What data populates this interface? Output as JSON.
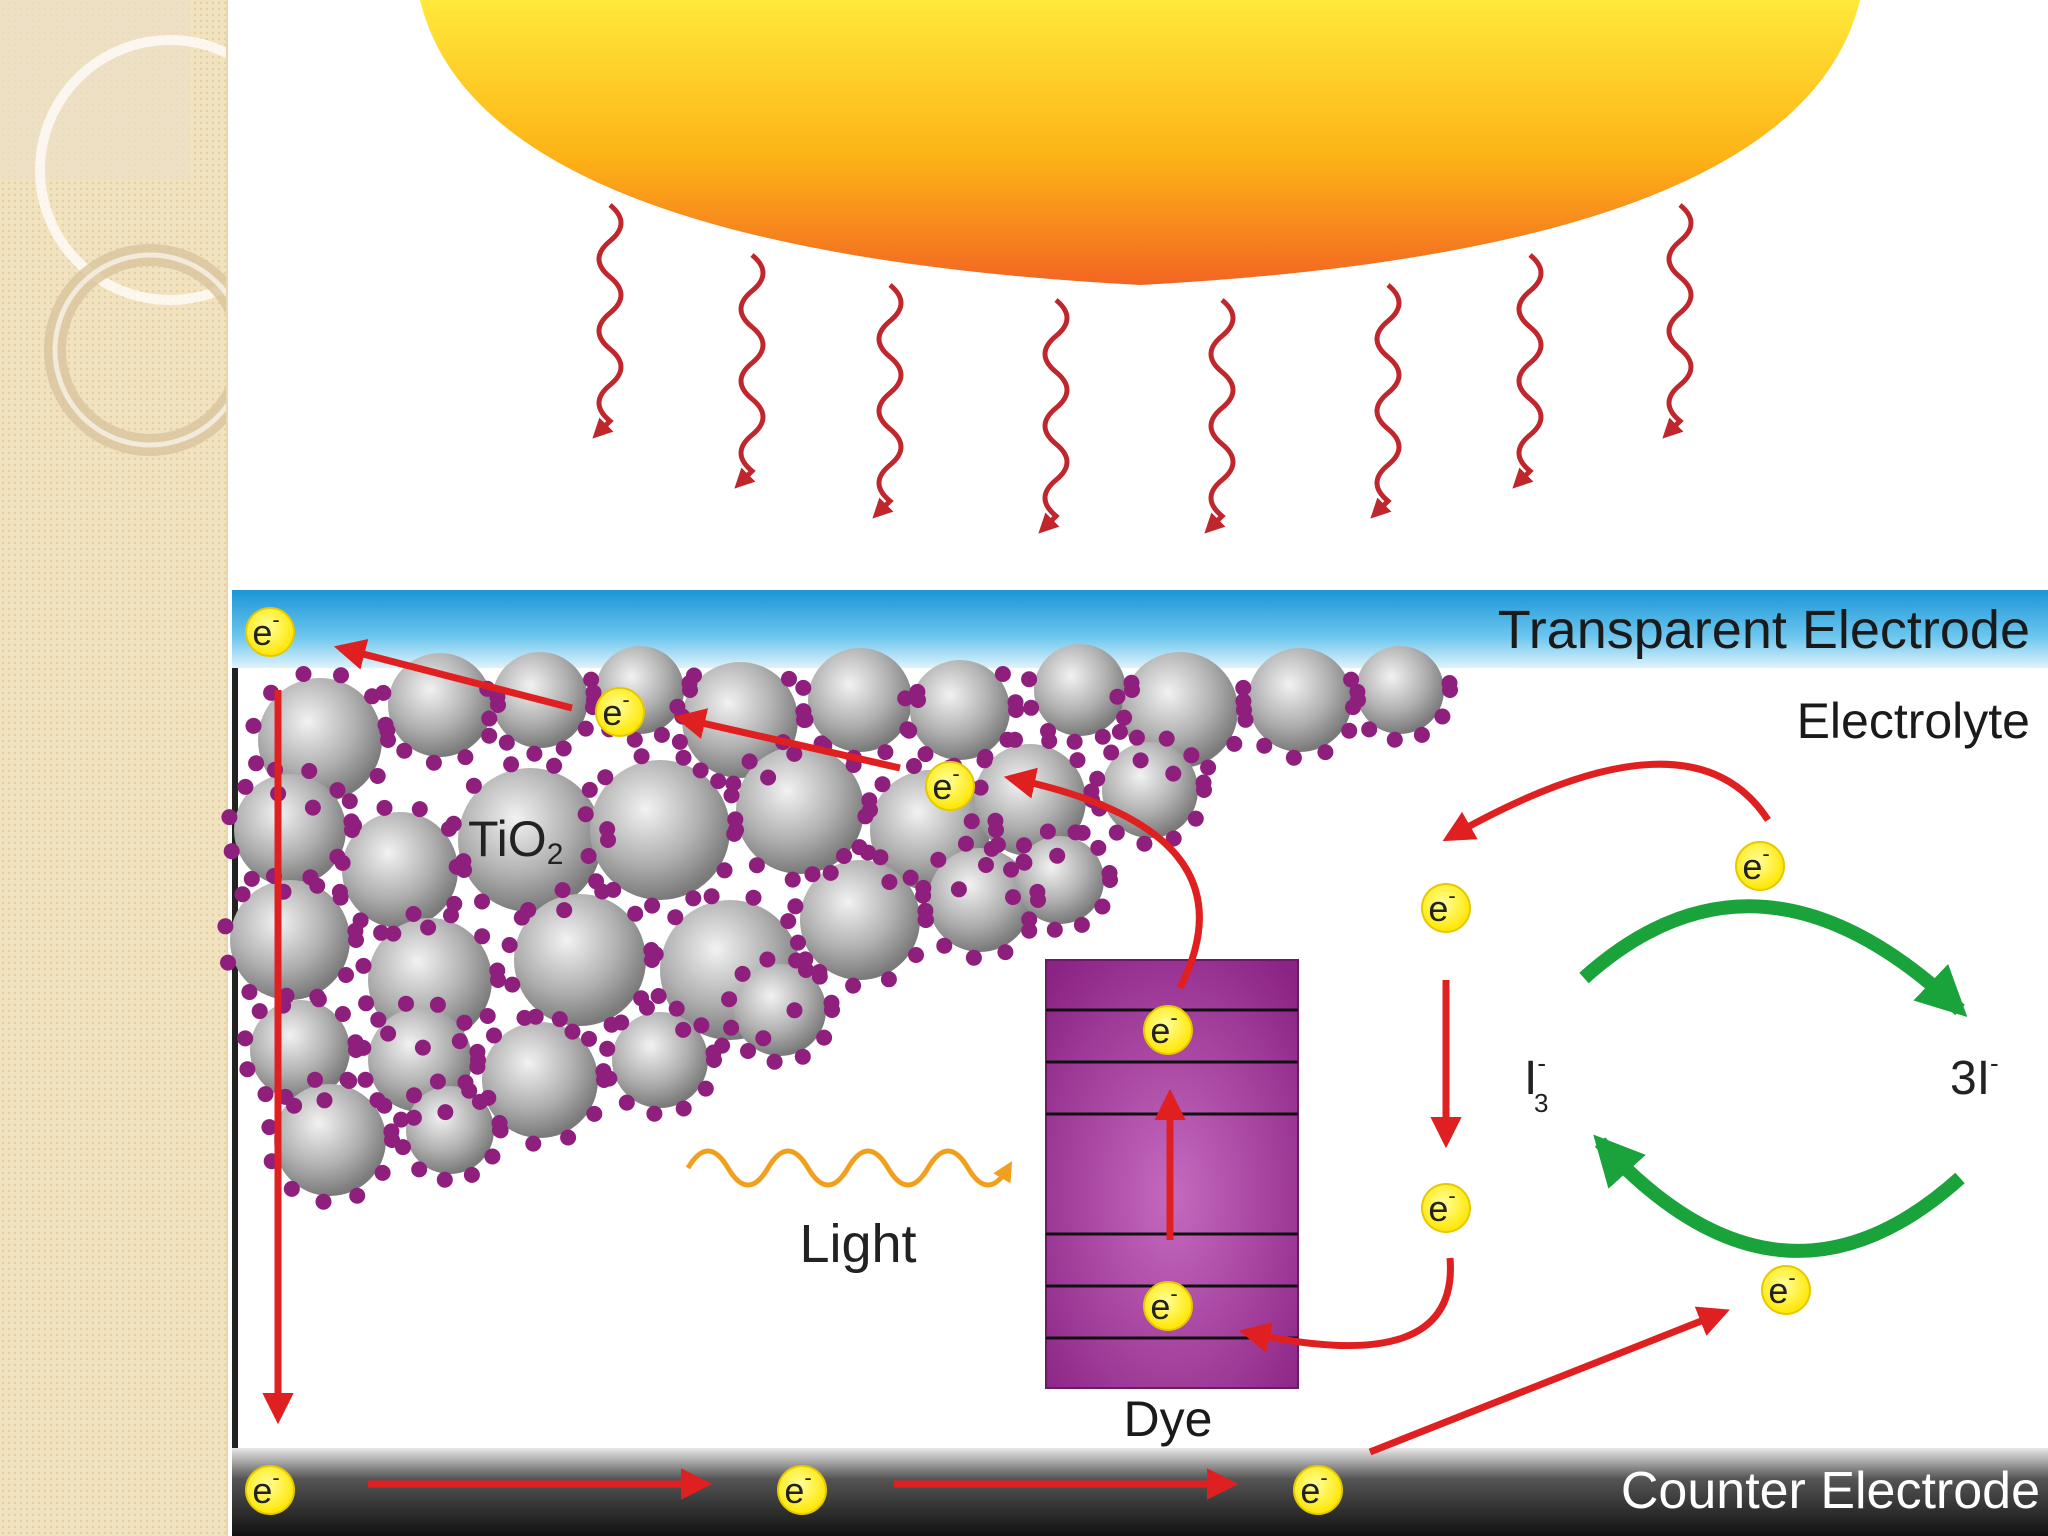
{
  "labels": {
    "transparent_electrode": "Transparent Electrode",
    "electrolyte": "Electrolyte",
    "tio2_main": "TiO",
    "tio2_sub": "2",
    "light": "Light",
    "dye": "Dye",
    "counter_electrode": "Counter Electrode",
    "triiodide_main": "I",
    "triiodide_sub": "3",
    "triiodide_sup": "-",
    "iodide_main": "3I",
    "iodide_sup": "-",
    "electron": "e",
    "electron_sup": "-"
  },
  "colors": {
    "sidebar": "#f1e2c0",
    "sun_outer": "#f7941d",
    "sun_inner": "#ffe23a",
    "wave": "#c0272d",
    "transparent_electrode": "#29a8e0",
    "counter_electrode": "#1c1c1c",
    "arrow_red": "#e02020",
    "arrow_green": "#1aa33a",
    "dye": "#a23f9a",
    "particle": "#a9a9a9",
    "dot": "#8e1f7c",
    "electron_fill": "#fff200"
  }
}
